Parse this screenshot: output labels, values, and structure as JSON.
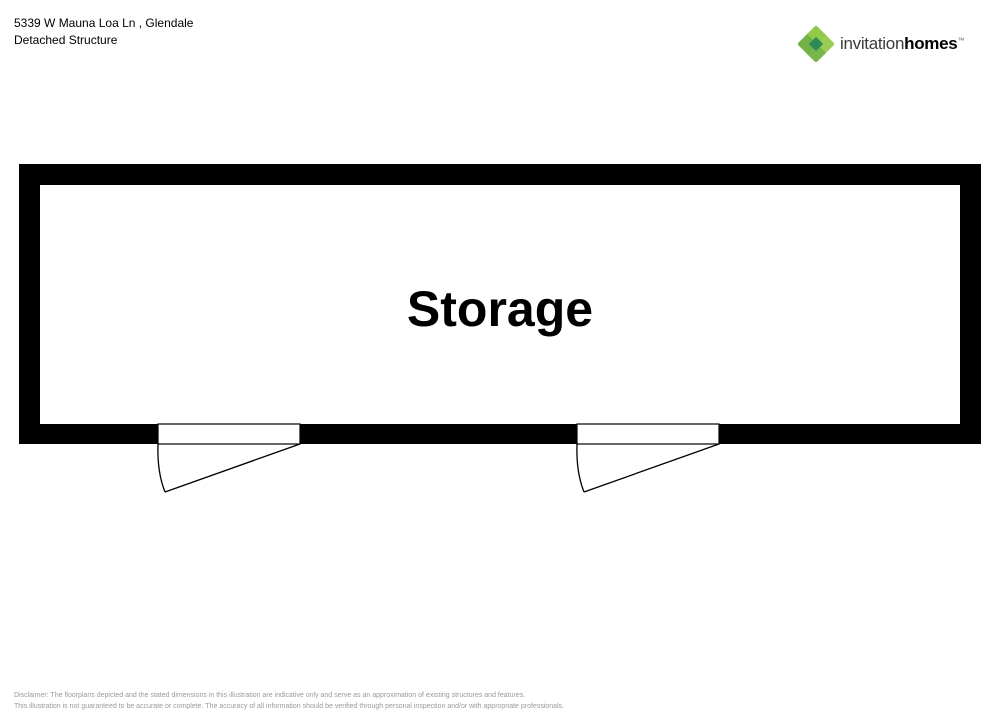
{
  "header": {
    "address": "5339 W Mauna Loa Ln , Glendale",
    "structure": "Detached Structure"
  },
  "logo": {
    "word1": "invitation",
    "word2": "homes",
    "mark": "™",
    "colors": {
      "light": "#8dc63f",
      "mid": "#6aae3c",
      "dark": "#2e8b57"
    }
  },
  "floorplan": {
    "rooms": [
      {
        "label": "Storage"
      }
    ],
    "doors": 2,
    "wall_color": "#000000"
  },
  "disclaimer": {
    "line1": "Disclaimer: The floorplans depicted and the stated dimensions in this illustration are indicative only and serve as an approximation of existing structures and features.",
    "line2": "This illustration is not guaranteed to be accurate or complete. The accuracy of all information should be verified through personal inspection and/or with appropriate professionals."
  }
}
